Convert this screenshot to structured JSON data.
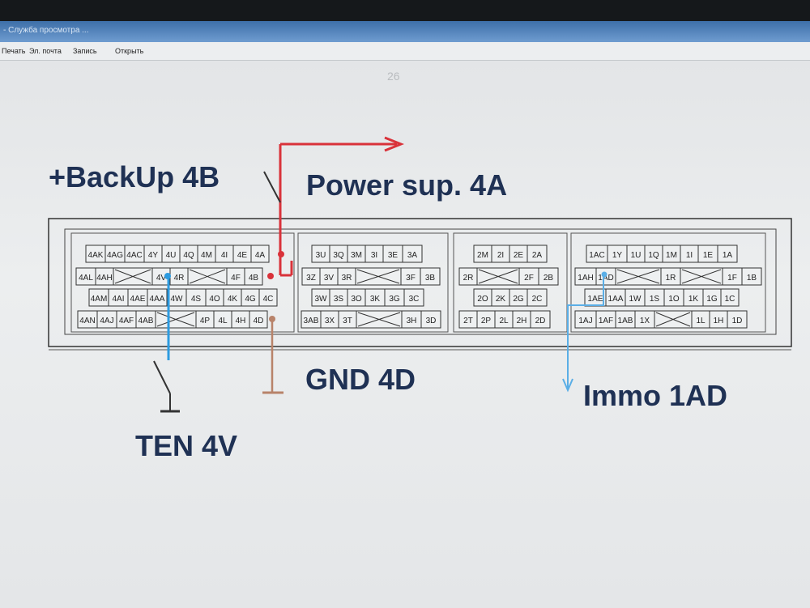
{
  "window": {
    "title": "- Служба просмотра ...",
    "menu": [
      "Печать",
      "Эл. почта",
      "Запись",
      "Открыть"
    ]
  },
  "page_number": "26",
  "labels": {
    "backup": "+BackUp 4B",
    "power": "Power sup. 4A",
    "gnd": "GND 4D",
    "ten": "TEN 4V",
    "immo": "Immo 1AD"
  },
  "connector_4": {
    "row1": [
      "4AK",
      "4AG",
      "4AC",
      "4Y",
      "4U",
      "4Q",
      "4M",
      "4I",
      "4E",
      "4A"
    ],
    "row2": [
      "4AL",
      "4AH",
      "",
      "4V",
      "4R",
      "",
      "4F",
      "4B"
    ],
    "row3": [
      "4AM",
      "4AI",
      "4AE",
      "4AA",
      "4W",
      "4S",
      "4O",
      "4K",
      "4G",
      "4C"
    ],
    "row4": [
      "4AN",
      "4AJ",
      "4AF",
      "4AB",
      "",
      "4P",
      "4L",
      "4H",
      "4D"
    ]
  },
  "connector_3": {
    "row1": [
      "3U",
      "3Q",
      "3M",
      "3I",
      "3E",
      "3A"
    ],
    "row2": [
      "3Z",
      "3V",
      "3R",
      "",
      "3F",
      "3B"
    ],
    "row3": [
      "3W",
      "3S",
      "3O",
      "3K",
      "3G",
      "3C"
    ],
    "row4": [
      "3AB",
      "3X",
      "3T",
      "",
      "3H",
      "3D"
    ]
  },
  "connector_2": {
    "row1": [
      "2M",
      "2I",
      "2E",
      "2A"
    ],
    "row2": [
      "2R",
      "",
      "2F",
      "2B"
    ],
    "row3": [
      "2O",
      "2K",
      "2G",
      "2C"
    ],
    "row4": [
      "2T",
      "2P",
      "2L",
      "2H",
      "2D"
    ]
  },
  "connector_1": {
    "row1": [
      "1AC",
      "1Y",
      "1U",
      "1Q",
      "1M",
      "1I",
      "1E",
      "1A"
    ],
    "row2": [
      "1AH",
      "1AD",
      "",
      "1R",
      "",
      "1F",
      "1B"
    ],
    "row3": [
      "1AE",
      "1AA",
      "1W",
      "1S",
      "1O",
      "1K",
      "1G",
      "1C"
    ],
    "row4": [
      "1AJ",
      "1AF",
      "1AB",
      "1X",
      "",
      "1L",
      "1H",
      "1D"
    ]
  },
  "colors": {
    "power": "#d9323a",
    "ten": "#2d9be0",
    "immo": "#5aaee6",
    "gnd": "#b8836a",
    "label": "#1f3154"
  },
  "icons": [
    "switch-icon",
    "ground-icon",
    "arrow-icon"
  ]
}
